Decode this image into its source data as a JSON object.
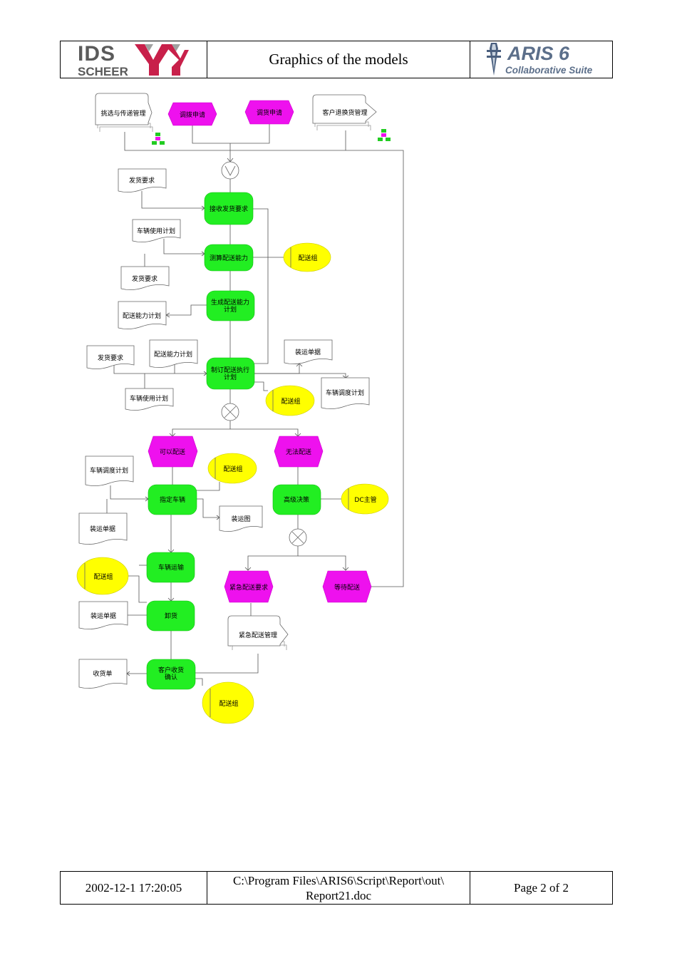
{
  "header": {
    "logo_ids": "IDS",
    "logo_scheer": "SCHEER",
    "title": "Graphics of the models",
    "aris_title": "ARIS 6",
    "aris_subtitle": "Collaborative Suite"
  },
  "footer": {
    "timestamp": "2002-12-1 17:20:05",
    "path_line1": "C:\\Program Files\\ARIS6\\Script\\Report\\out\\",
    "path_line2": "Report21.doc",
    "page": "Page 2  of 2"
  },
  "diagram": {
    "process_interfaces": [
      "挑选与传递管理",
      "客户退换货管理",
      "紧急配送管理"
    ],
    "events": [
      "调拨申请",
      "调货申请",
      "可以配送",
      "无法配送",
      "紧急配送要求",
      "等待配送"
    ],
    "functions": [
      "接收发货要求",
      "测算配送能力",
      "生成配送能力计划",
      "制订配送执行计划",
      "指定车辆",
      "高级决策",
      "车辆运输",
      "卸货",
      "客户收货确认"
    ],
    "function_lines": {
      "f3": [
        "生成配送能力",
        "计划"
      ],
      "f4": [
        "制订配送执行",
        "计划"
      ],
      "f9": [
        "客户收货",
        "确认"
      ]
    },
    "documents": [
      "发货要求",
      "车辆使用计划",
      "发货要求",
      "配送能力计划",
      "发货要求",
      "配送能力计划",
      "车辆使用计划",
      "装运单据",
      "车辆调度计划",
      "车辆调度计划",
      "装运图",
      "装运单据",
      "装运单据",
      "收货单"
    ],
    "org_units": [
      "配送组",
      "配送组",
      "配送组",
      "DC主管",
      "配送组",
      "配送组"
    ],
    "operators": [
      "or",
      "xor",
      "xor"
    ],
    "colors": {
      "function": "#22ee22",
      "event": "#ee11ee",
      "org_unit": "#ffff00",
      "line": "#555555"
    }
  }
}
